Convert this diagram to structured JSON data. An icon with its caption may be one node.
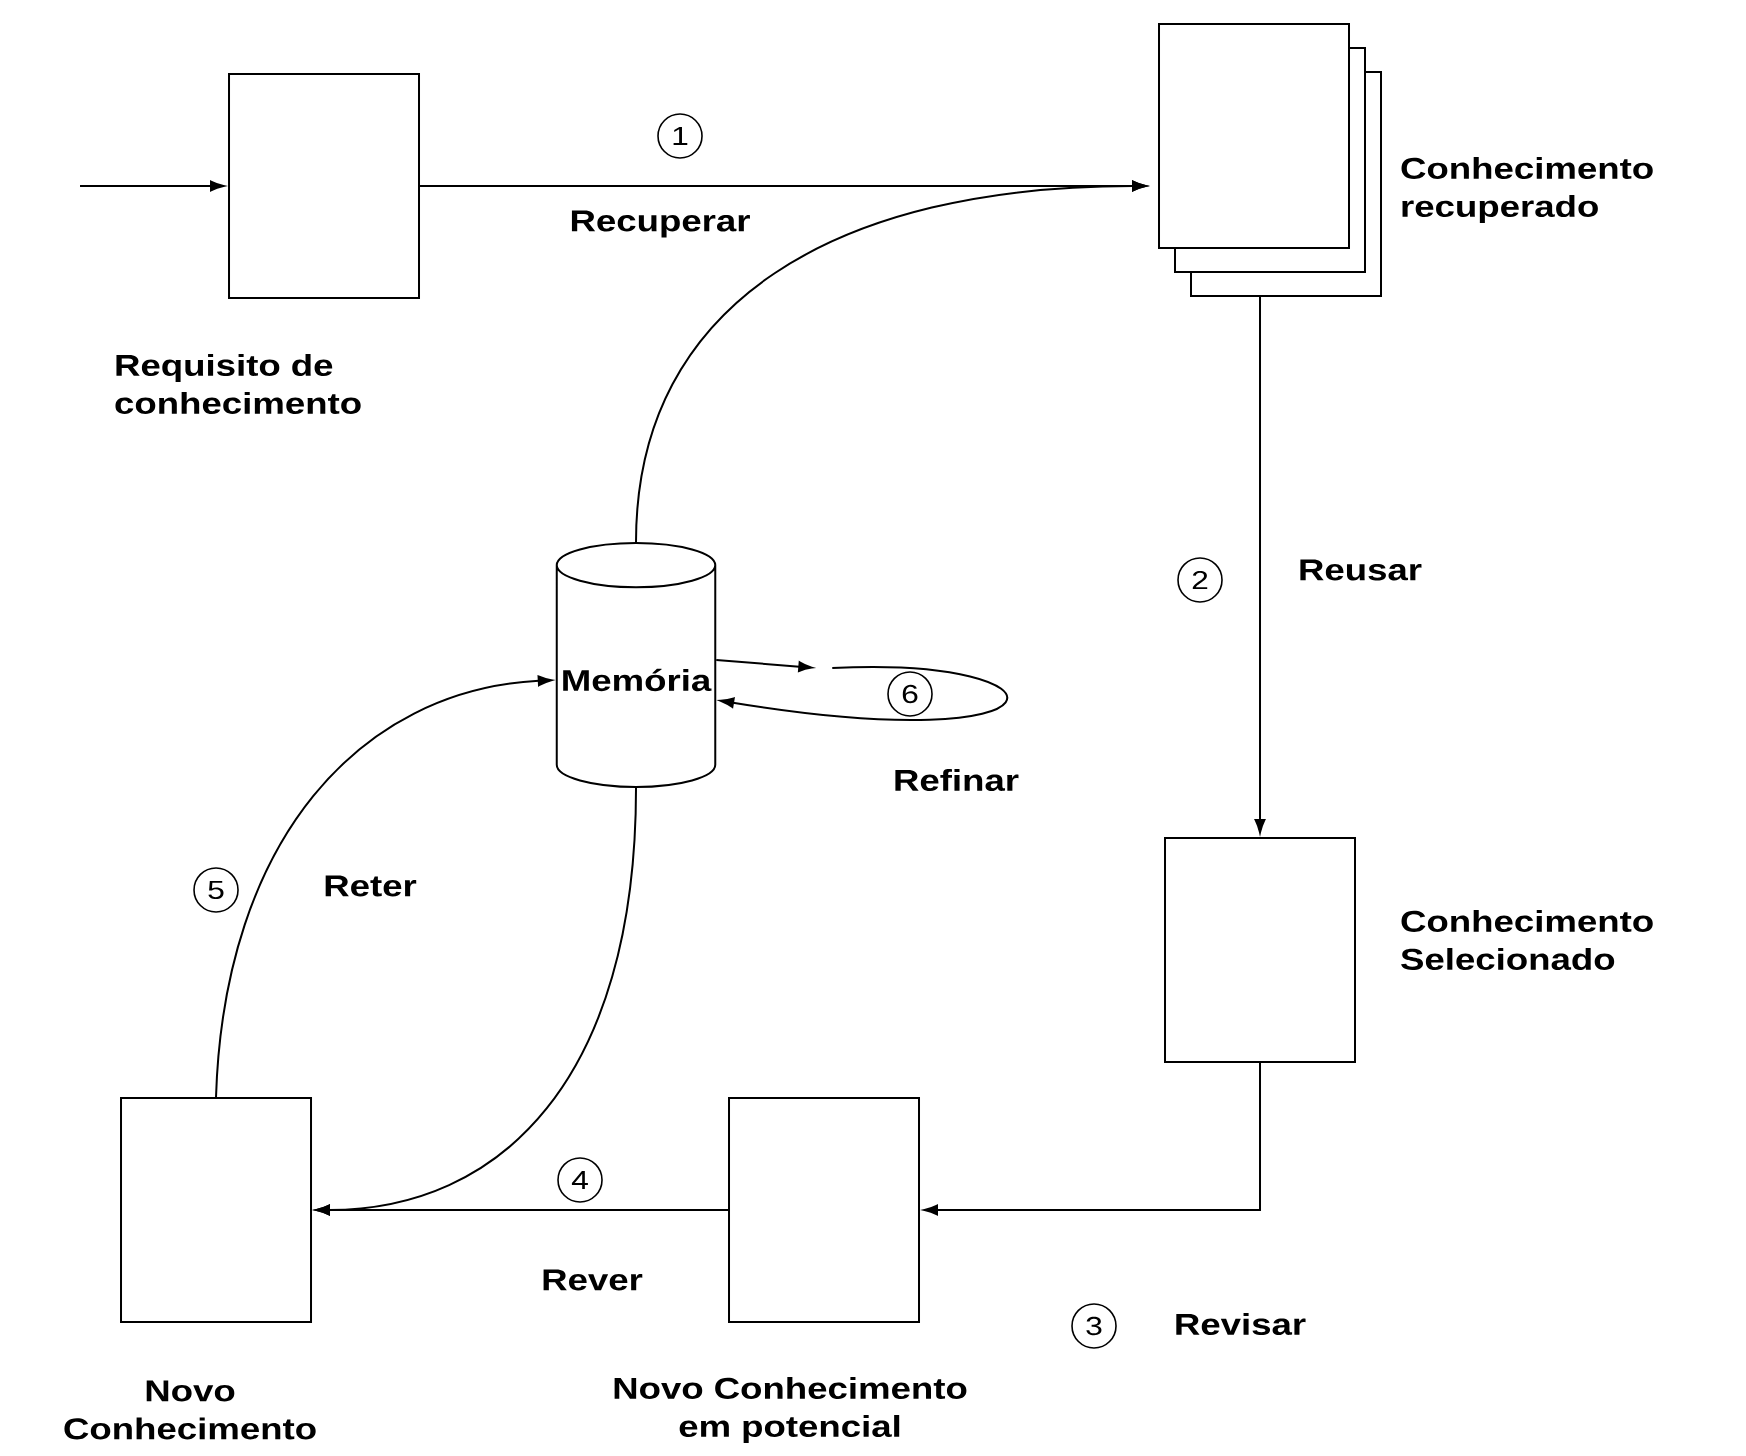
{
  "diagram": {
    "nodes": [
      {
        "text": [
          "Requisito de conhecimento"
        ]
      },
      {
        "text": [
          "Conhecimento recuperado"
        ]
      },
      {
        "text": [
          "Memória"
        ]
      },
      {
        "text": [
          "Conhecimento Selecionado"
        ]
      },
      {
        "text": [
          "Novo Conhecimento em potencial"
        ]
      },
      {
        "text": [
          "Novo Conhecimento"
        ]
      }
    ],
    "edges": [
      {
        "from": null,
        "to": 0,
        "arrow": "to"
      },
      {
        "from": 0,
        "to": 1,
        "arrow": "to",
        "label": "Recuperar"
      },
      {
        "from": 2,
        "to": 1,
        "arrow": "to"
      },
      {
        "from": 1,
        "to": 3,
        "arrow": "to",
        "label": "Reusar"
      },
      {
        "from": 3,
        "to": 4,
        "arrow": "to",
        "label": "Revisar"
      },
      {
        "from": 4,
        "to": 5,
        "arrow": "to",
        "label": "Rever"
      },
      {
        "from": 2,
        "to": 5,
        "arrow": "to"
      },
      {
        "from": 5,
        "to": 2,
        "arrow": "to",
        "label": "Reter"
      },
      {
        "from": 2,
        "to": 2,
        "arrow": "to",
        "label": "Refinar"
      }
    ],
    "labels": [
      "1",
      "2",
      "3",
      "4",
      "5",
      "6"
    ]
  }
}
